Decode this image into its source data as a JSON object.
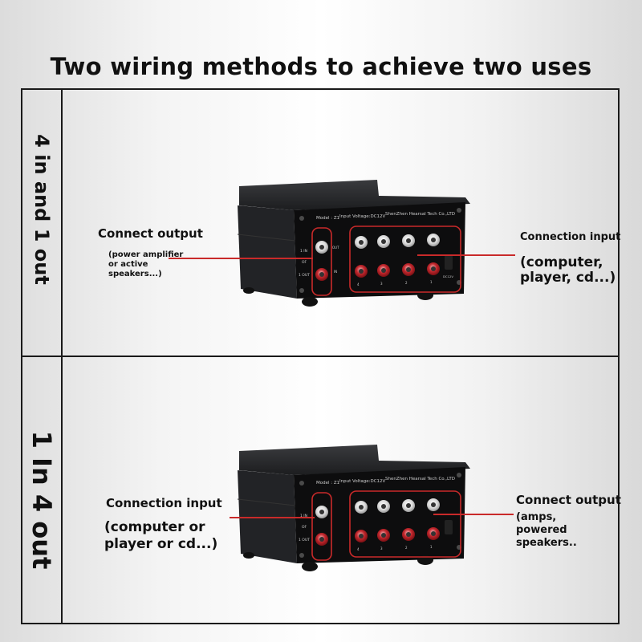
{
  "headline": "Two wiring methods to achieve two uses",
  "sections": [
    {
      "side_label": "4 in and 1 out",
      "left_title": "Connect output",
      "left_desc": [
        "(power amplifier",
        "or active",
        "speakers...)"
      ],
      "right_title": "Connection input",
      "right_desc": [
        "(computer,",
        "player, cd...)"
      ]
    },
    {
      "side_label": "1 In 4 out",
      "left_title": "Connection input",
      "left_desc": [
        "(computer or",
        "player or cd...)"
      ],
      "right_title": "Connect output",
      "right_desc": [
        "(amps,",
        "powered",
        "speakers.."
      ]
    }
  ],
  "device": {
    "model": "Model : Z1",
    "voltage": "Input Voltage:DC12V",
    "maker": "ShenZhen Hearsal Tech Co.,LTD",
    "label_in": "1 IN",
    "label_of": "OF",
    "label_out": "1 OUT",
    "label_out_side": "OUT",
    "label_in_side": "IN",
    "port_numbers": [
      "4",
      "3",
      "2",
      "1"
    ],
    "power_label": "DC12V"
  },
  "colors": {
    "highlight": "#c92a2a",
    "device_body": "#1b1c1e",
    "panel": "#0c0c0d",
    "jack_red": "#c2272d",
    "jack_white": "#e8e8e8"
  }
}
